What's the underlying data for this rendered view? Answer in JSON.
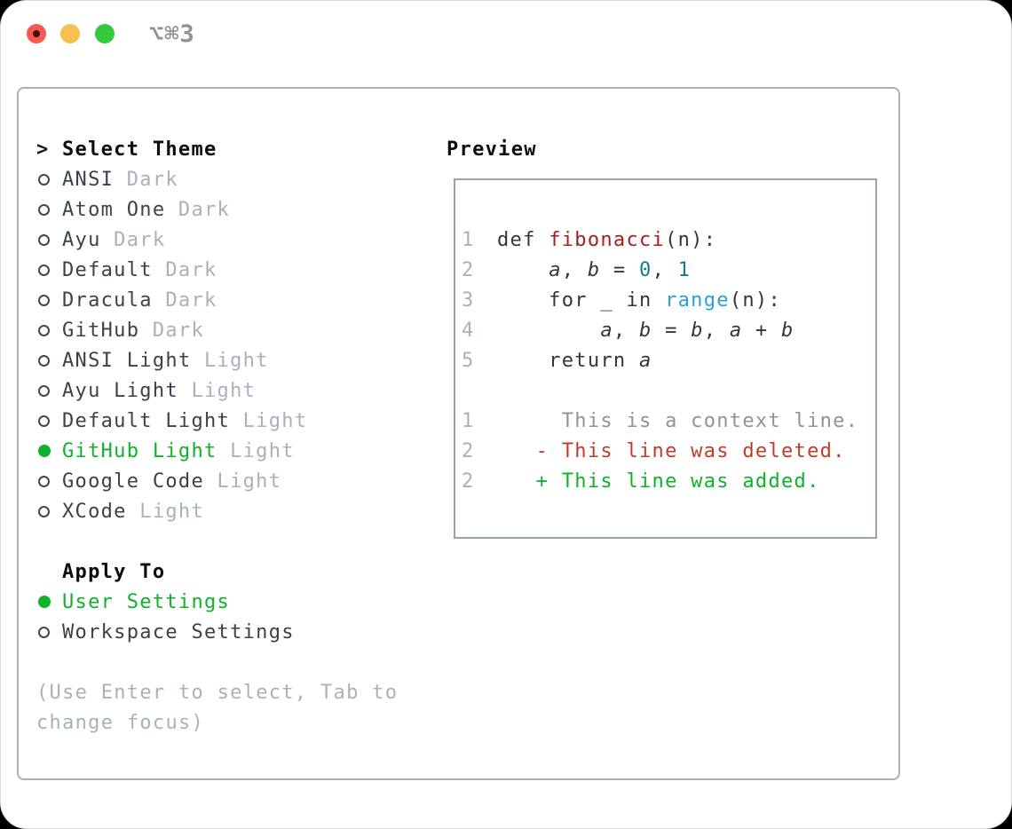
{
  "window": {
    "title": "⌥⌘3"
  },
  "colors": {
    "accent_green": "#0db32a",
    "deleted_red": "#c23b27",
    "function_red": "#a5201f",
    "number_teal": "#0c7f8a",
    "builtin_blue": "#2b9fd8",
    "muted_gray": "#a8b1bc"
  },
  "theme_picker": {
    "prompt": ">",
    "heading": "Select Theme",
    "items": [
      {
        "name": "ANSI",
        "variant": "Dark",
        "selected": false
      },
      {
        "name": "Atom One",
        "variant": "Dark",
        "selected": false
      },
      {
        "name": "Ayu",
        "variant": "Dark",
        "selected": false
      },
      {
        "name": "Default",
        "variant": "Dark",
        "selected": false
      },
      {
        "name": "Dracula",
        "variant": "Dark",
        "selected": false
      },
      {
        "name": "GitHub",
        "variant": "Dark",
        "selected": false
      },
      {
        "name": "ANSI Light",
        "variant": "Light",
        "selected": false
      },
      {
        "name": "Ayu Light",
        "variant": "Light",
        "selected": false
      },
      {
        "name": "Default Light",
        "variant": "Light",
        "selected": false
      },
      {
        "name": "GitHub Light",
        "variant": "Light",
        "selected": true
      },
      {
        "name": "Google Code",
        "variant": "Light",
        "selected": false
      },
      {
        "name": "XCode",
        "variant": "Light",
        "selected": false
      }
    ],
    "apply_to": {
      "heading": "Apply To",
      "options": [
        {
          "name": "User Settings",
          "selected": true
        },
        {
          "name": "Workspace Settings",
          "selected": false
        }
      ]
    },
    "hint_line1": "(Use Enter to select, Tab to",
    "hint_line2": "change focus)"
  },
  "preview": {
    "heading": "Preview",
    "code_lines": [
      {
        "num": "1",
        "tokens": [
          {
            "t": "def ",
            "c": "k"
          },
          {
            "t": "fibonacci",
            "c": "fn"
          },
          {
            "t": "(n):",
            "c": "p"
          }
        ]
      },
      {
        "num": "2",
        "tokens": [
          {
            "t": "    ",
            "c": "p"
          },
          {
            "t": "a",
            "c": "v"
          },
          {
            "t": ", ",
            "c": "p"
          },
          {
            "t": "b",
            "c": "v"
          },
          {
            "t": " = ",
            "c": "p"
          },
          {
            "t": "0",
            "c": "num"
          },
          {
            "t": ", ",
            "c": "p"
          },
          {
            "t": "1",
            "c": "num"
          }
        ]
      },
      {
        "num": "3",
        "tokens": [
          {
            "t": "    for _ in ",
            "c": "k"
          },
          {
            "t": "range",
            "c": "bi"
          },
          {
            "t": "(n):",
            "c": "p"
          }
        ]
      },
      {
        "num": "4",
        "tokens": [
          {
            "t": "        ",
            "c": "p"
          },
          {
            "t": "a",
            "c": "v"
          },
          {
            "t": ", ",
            "c": "p"
          },
          {
            "t": "b",
            "c": "v"
          },
          {
            "t": " = ",
            "c": "p"
          },
          {
            "t": "b",
            "c": "v"
          },
          {
            "t": ", ",
            "c": "p"
          },
          {
            "t": "a",
            "c": "v"
          },
          {
            "t": " + ",
            "c": "p"
          },
          {
            "t": "b",
            "c": "v"
          }
        ]
      },
      {
        "num": "5",
        "tokens": [
          {
            "t": "    return ",
            "c": "k"
          },
          {
            "t": "a",
            "c": "v"
          }
        ]
      },
      {
        "num": "",
        "tokens": []
      },
      {
        "num": "1",
        "tokens": [
          {
            "t": "     This is a context line.",
            "c": "ctx"
          }
        ]
      },
      {
        "num": "2",
        "tokens": [
          {
            "t": "   - This line was deleted.",
            "c": "del"
          }
        ]
      },
      {
        "num": "2",
        "tokens": [
          {
            "t": "   + This line was added.",
            "c": "add"
          }
        ]
      }
    ]
  }
}
